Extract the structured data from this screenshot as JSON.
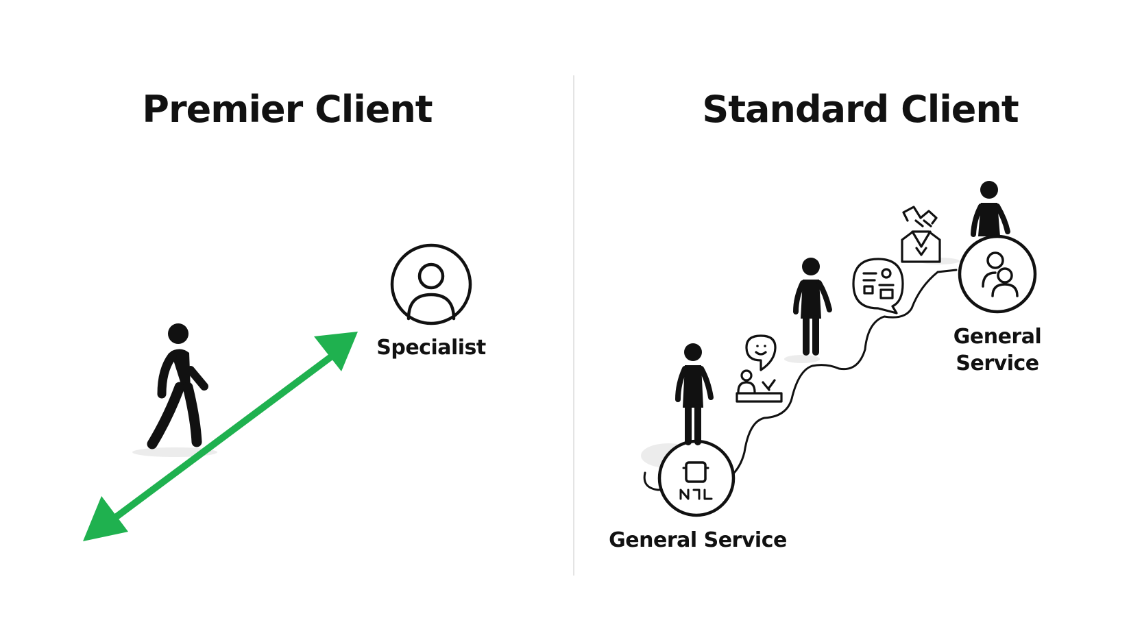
{
  "panels": {
    "premier": {
      "title": "Premier Client",
      "specialist_label": "Specialist"
    },
    "standard": {
      "title": "Standard Client",
      "general_service_top_label": "General Service",
      "general_service_bottom_label": "General Service"
    }
  },
  "colors": {
    "arrow": "#1fb14f",
    "ink": "#111111",
    "divider": "#e4e4e4"
  },
  "icons": {
    "walking_person": "walking-person-icon",
    "specialist": "user-circle-icon",
    "standing_person": "standing-person-icon",
    "robot": "robot-icon",
    "location_person": "location-person-icon",
    "chat_document": "chat-document-icon",
    "handshake": "handshake-icon",
    "group": "group-icon"
  }
}
